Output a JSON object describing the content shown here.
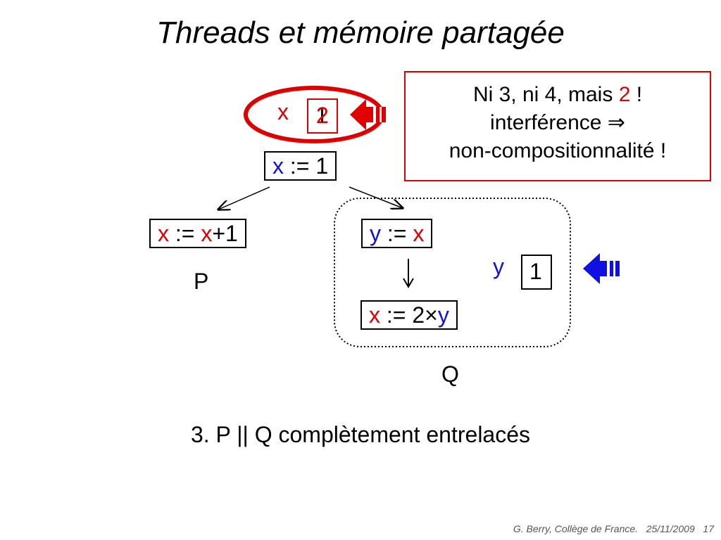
{
  "title": "Threads et mémoire partagée",
  "memory_x": {
    "var": "x",
    "value_old": "1",
    "value_new": "2"
  },
  "memory_y": {
    "var": "y",
    "value": "1"
  },
  "root_stmt": {
    "var": "x",
    "op": ":=",
    "value": "1"
  },
  "p_stmt": {
    "var": "x",
    "op": ":=",
    "expr_var": "x",
    "expr_rest": "+1"
  },
  "p_label": "P",
  "q_stmt1": {
    "var": "y",
    "op": ":=",
    "expr_var": "x"
  },
  "q_stmt2": {
    "var": "x",
    "op": ":=",
    "expr_rest": "2×",
    "expr_var": "y"
  },
  "q_label": "Q",
  "note": {
    "line1_a": "Ni 3, ni 4, mais ",
    "line1_value": "2",
    "line1_b": " !",
    "line2": "interférence ⇒",
    "line3": "non-compositionnalité !"
  },
  "caption": "3. P || Q complètement entrelacés",
  "footer": {
    "author": "G. Berry, Collège de France.",
    "date": "25/11/2009",
    "page": "17"
  },
  "colors": {
    "red": "#e00000",
    "blue": "#1010e0"
  },
  "icons": [
    "arrow-left-red-icon",
    "arrow-left-blue-icon",
    "down-arrow-icon"
  ]
}
